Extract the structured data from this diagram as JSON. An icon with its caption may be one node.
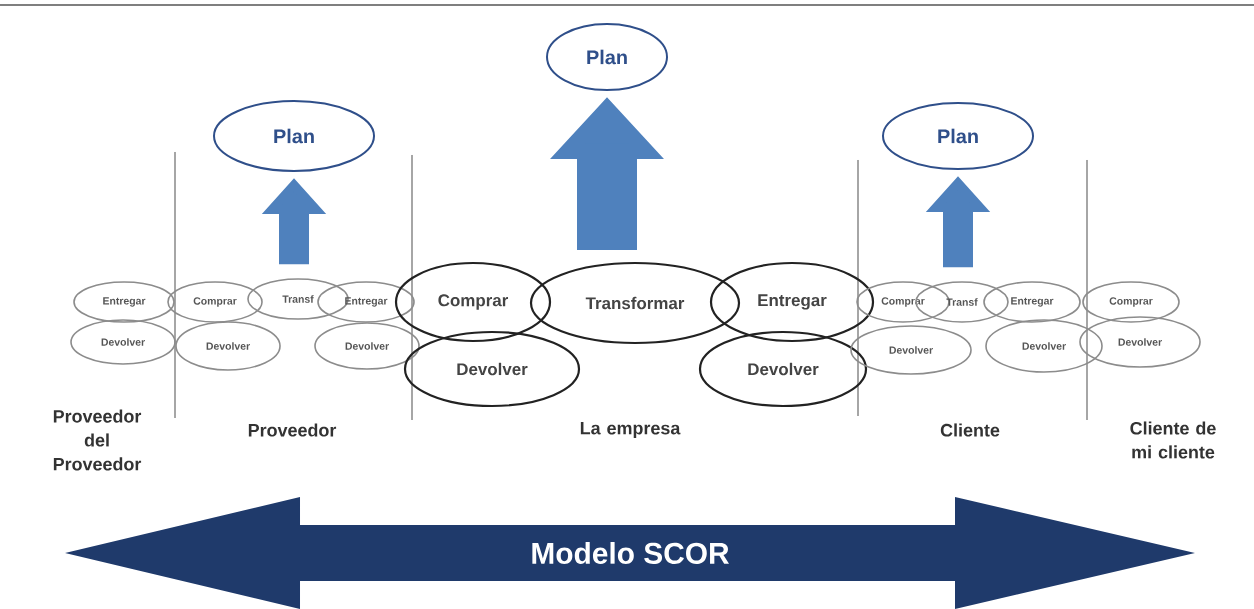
{
  "diagram": {
    "nodes": [
      {
        "text": [
          "Plan"
        ]
      },
      {
        "text": [
          "Plan"
        ]
      },
      {
        "text": [
          "Plan"
        ]
      },
      {
        "text": [
          "Entregar"
        ]
      },
      {
        "text": [
          "Devolver"
        ]
      },
      {
        "text": [
          "Comprar"
        ]
      },
      {
        "text": [
          "Devolver"
        ]
      },
      {
        "text": [
          "Transf"
        ]
      },
      {
        "text": [
          "Entregar"
        ]
      },
      {
        "text": [
          "Devolver"
        ]
      },
      {
        "text": [
          "Comprar"
        ]
      },
      {
        "text": [
          "Transformar"
        ]
      },
      {
        "text": [
          "Entregar"
        ]
      },
      {
        "text": [
          "Devolver"
        ]
      },
      {
        "text": [
          "Devolver"
        ]
      },
      {
        "text": [
          "Comprar"
        ]
      },
      {
        "text": [
          "Transf"
        ]
      },
      {
        "text": [
          "Entregar"
        ]
      },
      {
        "text": [
          "Comprar"
        ]
      },
      {
        "text": [
          "Devolver"
        ]
      },
      {
        "text": [
          "Devolver"
        ]
      },
      {
        "text": [
          "Devolver"
        ]
      },
      {
        "text": [
          "Modelo SCOR"
        ]
      }
    ],
    "edges": [
      {
        "from": 7,
        "to": 1,
        "arrow": "to"
      },
      {
        "from": 11,
        "to": 0,
        "arrow": "to",
        "style": "thick"
      },
      {
        "from": 16,
        "to": 2,
        "arrow": "to"
      }
    ],
    "labels": [
      "Proveedor del Proveedor",
      "Proveedor",
      "La empresa",
      "Cliente",
      "Cliente de mi cliente"
    ]
  }
}
